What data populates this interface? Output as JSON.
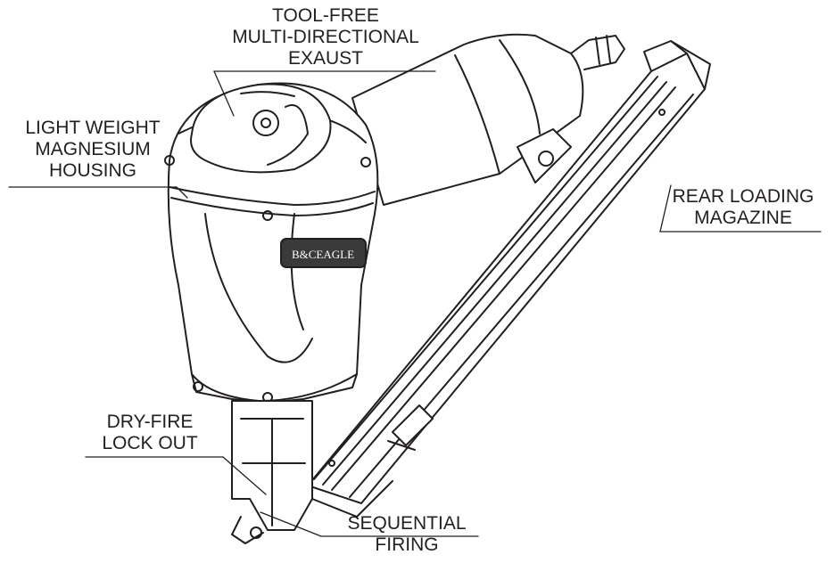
{
  "diagram": {
    "colors": {
      "ink": "#231f20",
      "paper": "#ffffff",
      "badge": "#3a3a3a"
    },
    "brand_badge_text": "B&CEAGLE",
    "callouts": {
      "exhaust": {
        "line1": "TOOL-FREE",
        "line2": "MULTI-DIRECTIONAL",
        "line3": "EXAUST"
      },
      "housing": {
        "line1": "LIGHT WEIGHT",
        "line2": "MAGNESIUM",
        "line3": "HOUSING"
      },
      "magazine": {
        "line1": "REAR LOADING",
        "line2": "MAGAZINE"
      },
      "dryfire": {
        "line1": "DRY-FIRE",
        "line2": "LOCK OUT"
      },
      "sequential": {
        "line1": "SEQUENTIAL",
        "line2": "FIRING"
      }
    }
  }
}
